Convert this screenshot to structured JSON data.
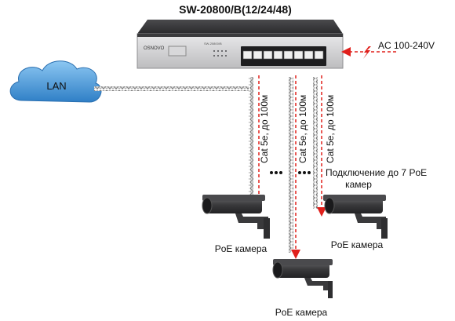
{
  "title": "SW-20800/B(12/24/48)",
  "switch": {
    "brand": "OSNOVO",
    "model_small": "SW-20800/B"
  },
  "power": {
    "label": "AC 100-240V"
  },
  "network": {
    "label": "LAN"
  },
  "cable_label": "Cat 5e, до 100м",
  "note": {
    "line1": "Подключение до 7 PoE",
    "line2": "камер"
  },
  "cameras": [
    {
      "label": "PoE камера"
    },
    {
      "label": "PoE камера"
    },
    {
      "label": "PoE камера"
    }
  ],
  "colors": {
    "accent": "#e0201c",
    "cable": "#8a8a8a",
    "cloud": "#3d8fd4",
    "switch_body": "#2e2e30"
  }
}
